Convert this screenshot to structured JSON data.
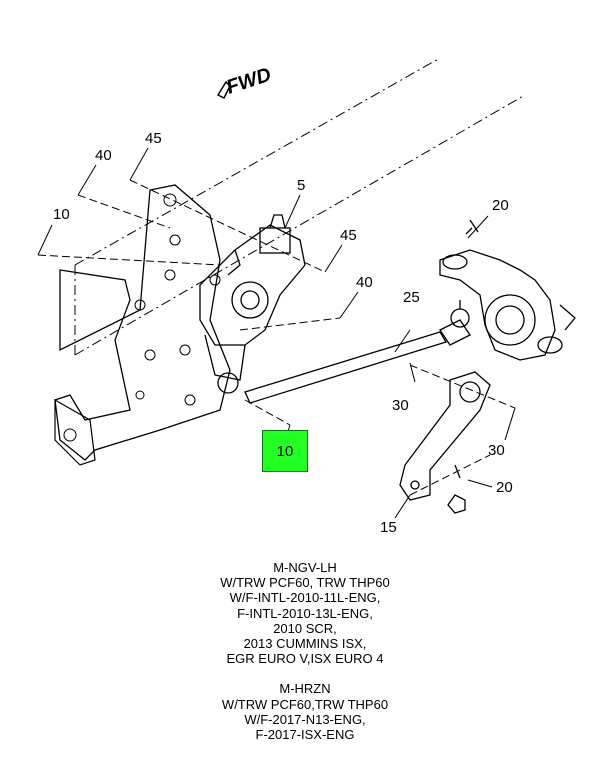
{
  "diagram": {
    "direction_label": "FWD",
    "callouts": [
      {
        "id": "c-5",
        "text": "5"
      },
      {
        "id": "c-20-top",
        "text": "20"
      },
      {
        "id": "c-45-top",
        "text": "45"
      },
      {
        "id": "c-45-mid",
        "text": "45"
      },
      {
        "id": "c-40-top",
        "text": "40"
      },
      {
        "id": "c-40-mid",
        "text": "40"
      },
      {
        "id": "c-10-top",
        "text": "10"
      },
      {
        "id": "c-25",
        "text": "25"
      },
      {
        "id": "c-30-left",
        "text": "30"
      },
      {
        "id": "c-30-right",
        "text": "30"
      },
      {
        "id": "c-20-bottom",
        "text": "20"
      },
      {
        "id": "c-15",
        "text": "15"
      }
    ],
    "highlighted_callout": "10",
    "highlight_color": "#22ff22"
  },
  "notes": [
    {
      "lines": [
        "M-NGV-LH",
        "W/TRW PCF60, TRW THP60",
        "W/F-INTL-2010-11L-ENG,",
        "F-INTL-2010-13L-ENG,",
        "2010 SCR,",
        "2013 CUMMINS ISX,",
        "EGR EURO V,ISX EURO 4"
      ]
    },
    {
      "lines": [
        "M-HRZN",
        "W/TRW PCF60,TRW THP60",
        "W/F-2017-N13-ENG,",
        "F-2017-ISX-ENG"
      ]
    }
  ]
}
